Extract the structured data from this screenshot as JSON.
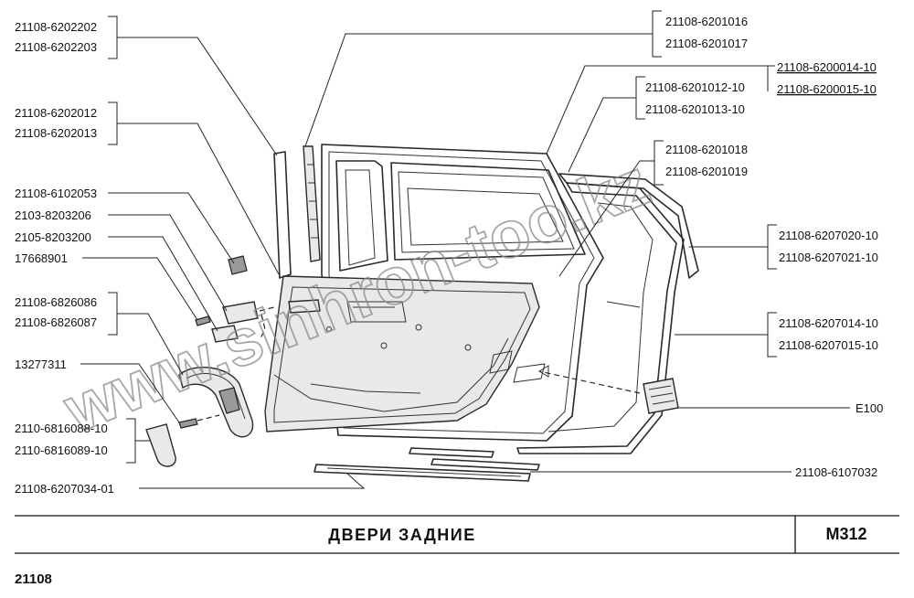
{
  "diagram": {
    "title": "ДВЕРИ ЗАДНИЕ",
    "code": "М312",
    "model": "21108",
    "watermark": "www.sinhron-too.kz",
    "parts": {
      "p1a": "21108-6202202",
      "p1b": "21108-6202203",
      "p2a": "21108-6202012",
      "p2b": "21108-6202013",
      "p3": "21108-6102053",
      "p4": "2103-8203206",
      "p5": "2105-8203200",
      "p6": "17668901",
      "p7a": "21108-6826086",
      "p7b": "21108-6826087",
      "p8": "13277311",
      "p9a": "2110-6816088-10",
      "p9b": "2110-6816089-10",
      "p10": "21108-6207034-01",
      "p11a": "21108-6201016",
      "p11b": "21108-6201017",
      "p12a": "21108-6200014-10",
      "p12b": "21108-6200015-10",
      "p13a": "21108-6201012-10",
      "p13b": "21108-6201013-10",
      "p14a": "21108-6201018",
      "p14b": "21108-6201019",
      "p15a": "21108-6207020-10",
      "p15b": "21108-6207021-10",
      "p16a": "21108-6207014-10",
      "p16b": "21108-6207015-10",
      "p17": "E100",
      "p18": "21108-6107032"
    }
  }
}
